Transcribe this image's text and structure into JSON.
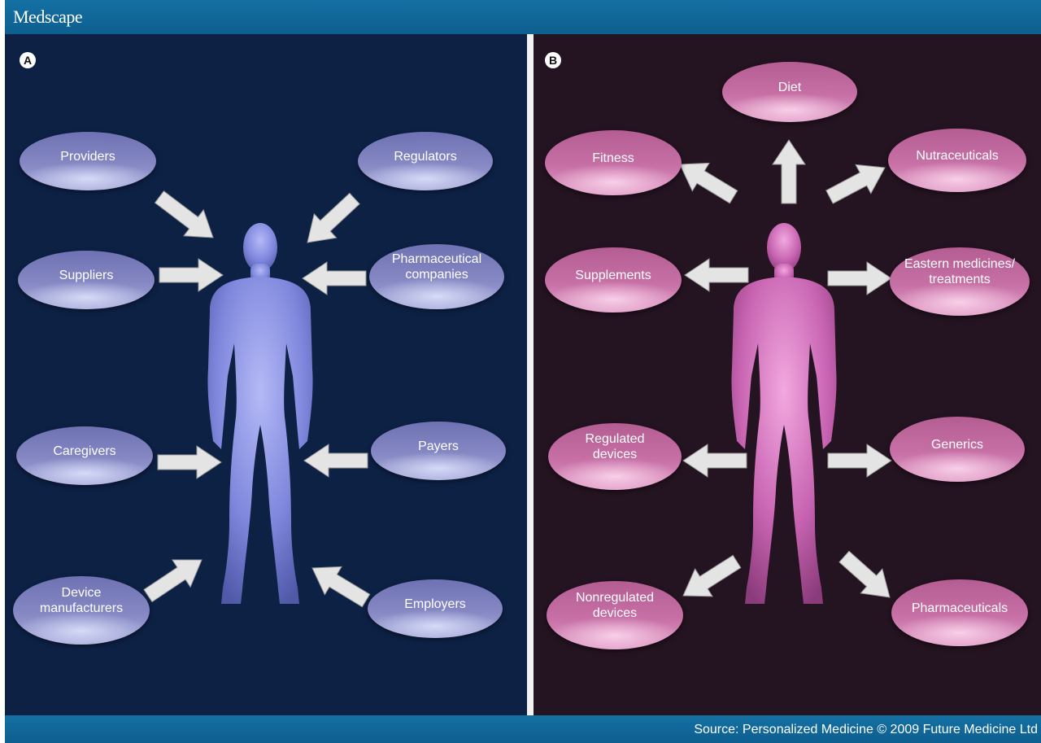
{
  "header": {
    "brand": "Medscape"
  },
  "footer": {
    "source": "Source: Personalized Medicine © 2009 Future Medicine Ltd"
  },
  "panel_a": {
    "badge": "A",
    "color": "#0d2145",
    "labels": {
      "providers": "Providers",
      "regulators": "Regulators",
      "suppliers": "Suppliers",
      "pharma_line1": "Pharmaceutical",
      "pharma_line2": "companies",
      "caregivers": "Caregivers",
      "payers": "Payers",
      "device_line1": "Device",
      "device_line2": "manufacturers",
      "employers": "Employers"
    }
  },
  "panel_b": {
    "badge": "B",
    "color": "#241320",
    "labels": {
      "diet": "Diet",
      "fitness": "Fitness",
      "nutraceuticals": "Nutraceuticals",
      "supplements": "Supplements",
      "eastern_line1": "Eastern medicines/",
      "eastern_line2": "treatments",
      "regulated_line1": "Regulated",
      "regulated_line2": "devices",
      "generics": "Generics",
      "nonregulated_line1": "Nonregulated",
      "nonregulated_line2": "devices",
      "pharmaceuticals": "Pharmaceuticals"
    }
  }
}
